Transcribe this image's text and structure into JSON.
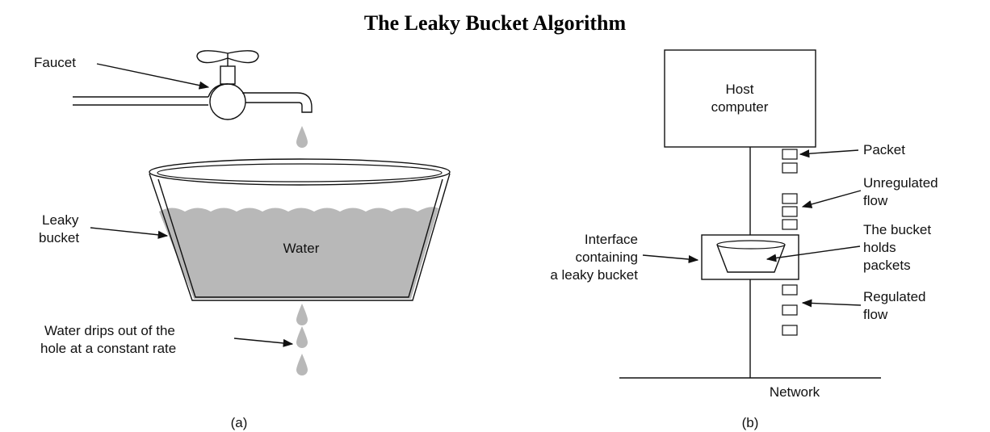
{
  "title": "The Leaky Bucket Algorithm",
  "panel_a": {
    "faucet_label": "Faucet",
    "bucket_label": [
      "Leaky",
      "bucket"
    ],
    "water_label": "Water",
    "drip_label": [
      "Water drips out of the",
      "hole at a constant rate"
    ],
    "caption": "(a)"
  },
  "panel_b": {
    "host_label": [
      "Host",
      "computer"
    ],
    "packet_label": "Packet",
    "unregulated_label": [
      "Unregulated",
      "flow"
    ],
    "bucket_holds_label": [
      "The bucket",
      "holds",
      "packets"
    ],
    "interface_label": [
      "Interface",
      "containing",
      "a leaky bucket"
    ],
    "regulated_label": [
      "Regulated",
      "flow"
    ],
    "network_label": "Network",
    "caption": "(b)"
  },
  "colors": {
    "water": "#b8b8b8",
    "line": "#111111",
    "background": "#ffffff"
  }
}
